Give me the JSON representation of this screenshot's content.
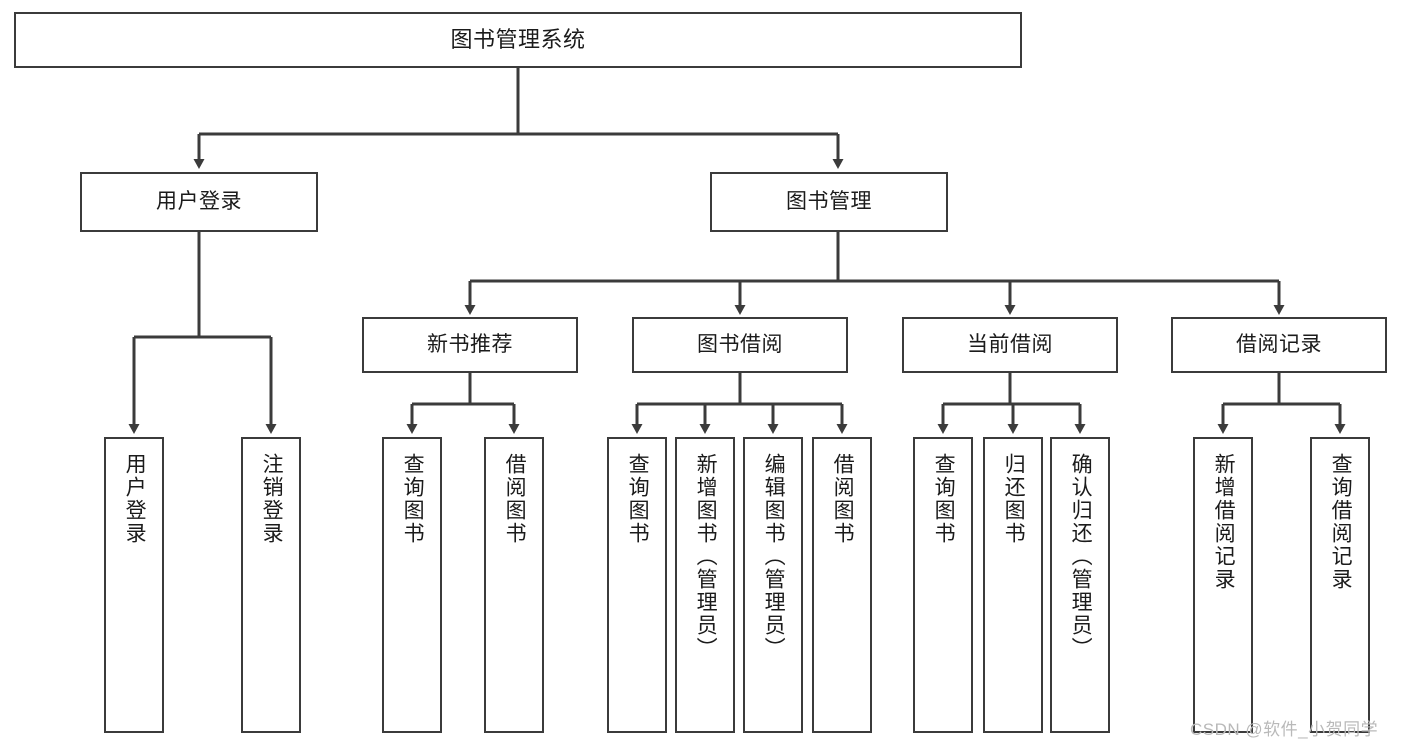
{
  "diagram": {
    "title": "图书管理系统",
    "type": "tree-hierarchy-diagram",
    "root": {
      "label": "图书管理系统"
    },
    "level2": [
      {
        "label": "用户登录"
      },
      {
        "label": "图书管理"
      }
    ],
    "level3": [
      {
        "label": "新书推荐"
      },
      {
        "label": "图书借阅"
      },
      {
        "label": "当前借阅"
      },
      {
        "label": "借阅记录"
      }
    ],
    "leaves": {
      "user_login": [
        {
          "label": "用户登录"
        },
        {
          "label": "注销登录"
        }
      ],
      "new_book_recommend": [
        {
          "label": "查询图书"
        },
        {
          "label": "借阅图书"
        }
      ],
      "book_borrow": [
        {
          "label": "查询图书"
        },
        {
          "label": "新增图书（管理员）"
        },
        {
          "label": "编辑图书（管理员）"
        },
        {
          "label": "借阅图书"
        }
      ],
      "current_borrow": [
        {
          "label": "查询图书"
        },
        {
          "label": "归还图书"
        },
        {
          "label": "确认归还（管理员）"
        }
      ],
      "borrow_record": [
        {
          "label": "新增借阅记录"
        },
        {
          "label": "查询借阅记录"
        }
      ]
    }
  },
  "watermark": {
    "text": "CSDN @软件_小贺同学"
  },
  "colors": {
    "border": "#3b3b3b",
    "background": "#ffffff",
    "text": "#1b1b1b",
    "watermark": "#b9b9b9"
  }
}
